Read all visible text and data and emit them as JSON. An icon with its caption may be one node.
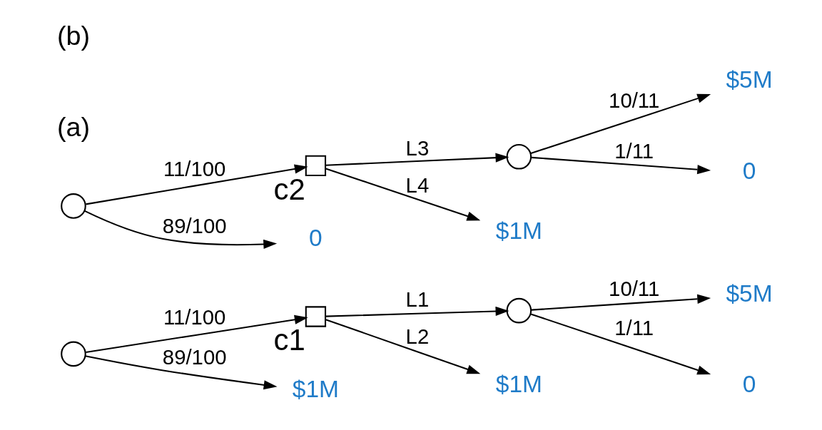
{
  "diagram": {
    "nodes": [
      {
        "text": [],
        "shape": "circle"
      },
      {
        "text": [],
        "shape": "box",
        "beside": [
          "c1"
        ]
      },
      {
        "text": [],
        "shape": "circle"
      },
      {
        "text": [
          "$5M"
        ]
      },
      {
        "text": [
          "0"
        ]
      },
      {
        "text": [
          "$1M"
        ]
      },
      {
        "text": [
          "$1M"
        ]
      },
      {
        "text": [],
        "shape": "circle"
      },
      {
        "text": [],
        "shape": "box",
        "beside": [
          "c2"
        ]
      },
      {
        "text": [],
        "shape": "circle"
      },
      {
        "text": [
          "$5M"
        ]
      },
      {
        "text": [
          "0"
        ]
      },
      {
        "text": [
          "$1M"
        ]
      },
      {
        "text": [
          "0"
        ]
      }
    ],
    "edges": [
      {
        "from": 0,
        "to": 1,
        "arrow": "to",
        "label": "11/100"
      },
      {
        "from": 0,
        "to": 6,
        "arrow": "to",
        "label": "89/100"
      },
      {
        "from": 1,
        "to": 2,
        "arrow": "to",
        "label": "L1"
      },
      {
        "from": 1,
        "to": 5,
        "arrow": "to",
        "label": "L2"
      },
      {
        "from": 2,
        "to": 3,
        "arrow": "to",
        "label": "10/11"
      },
      {
        "from": 2,
        "to": 4,
        "arrow": "to",
        "label": "1/11"
      },
      {
        "from": 7,
        "to": 8,
        "arrow": "to",
        "label": "11/100"
      },
      {
        "from": 7,
        "to": 13,
        "arrow": "to",
        "label": "89/100"
      },
      {
        "from": 8,
        "to": 9,
        "arrow": "to",
        "label": "L3"
      },
      {
        "from": 8,
        "to": 12,
        "arrow": "to",
        "label": "L4"
      },
      {
        "from": 9,
        "to": 10,
        "arrow": "to",
        "label": "10/11"
      },
      {
        "from": 9,
        "to": 11,
        "arrow": "to",
        "label": "1/11"
      }
    ],
    "labels": [
      "(a)",
      "(b)"
    ]
  }
}
